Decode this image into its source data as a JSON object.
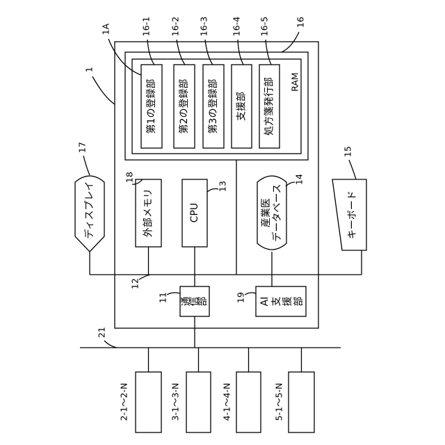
{
  "ref_numerals": {
    "device": "1",
    "ram_region": "1A",
    "ram": "16",
    "units": [
      "16-1",
      "16-2",
      "16-3",
      "16-4",
      "16-5"
    ],
    "display": "17",
    "external_memory": "18",
    "cpu": "13",
    "database": "14",
    "keyboard": "15",
    "internal_bus": "12",
    "communication": "11",
    "ai_support": "19",
    "network": "21"
  },
  "ram": {
    "label": "RAM",
    "units": [
      "第1の登録部",
      "第2の登録部",
      "第3の登録部",
      "支援部",
      "処方箋発行部"
    ]
  },
  "display": {
    "label": "ディスプレイ"
  },
  "external_memory": {
    "label": "外部メモリ"
  },
  "cpu": {
    "label": "CPU"
  },
  "database": {
    "lines": [
      "産業医",
      "データベース"
    ]
  },
  "keyboard": {
    "label": "キーボード"
  },
  "communication": {
    "chars": [
      "通",
      "信",
      "部"
    ]
  },
  "ai_support": {
    "chars": [
      "AI",
      "支",
      "援",
      "部"
    ]
  },
  "terminals": [
    "2-1〜2-N",
    "3-1〜3-N",
    "4-1〜4-N",
    "5-1〜5-N"
  ]
}
